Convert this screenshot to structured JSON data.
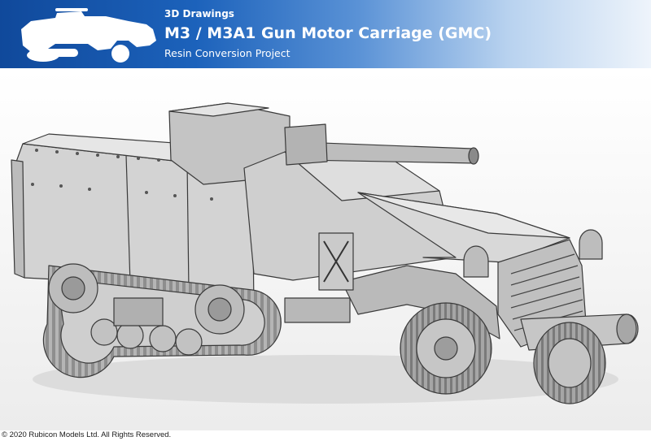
{
  "header": {
    "category": "3D Drawings",
    "title": "M3 / M3A1 Gun Motor Carriage (GMC)",
    "subtitle": "Resin Conversion Project",
    "logo_icon": "halftrack-silhouette-icon"
  },
  "main": {
    "image": "halftrack-render",
    "description_icon": "m3-gmc-3d-render"
  },
  "footer": {
    "copyright": "© 2020 Rubicon Models Ltd. All Rights Reserved."
  },
  "colors": {
    "header_blue": "#1c62bb",
    "header_dark": "#10499b",
    "model_gray": "#c9c9c9",
    "background": "#ffffff"
  }
}
